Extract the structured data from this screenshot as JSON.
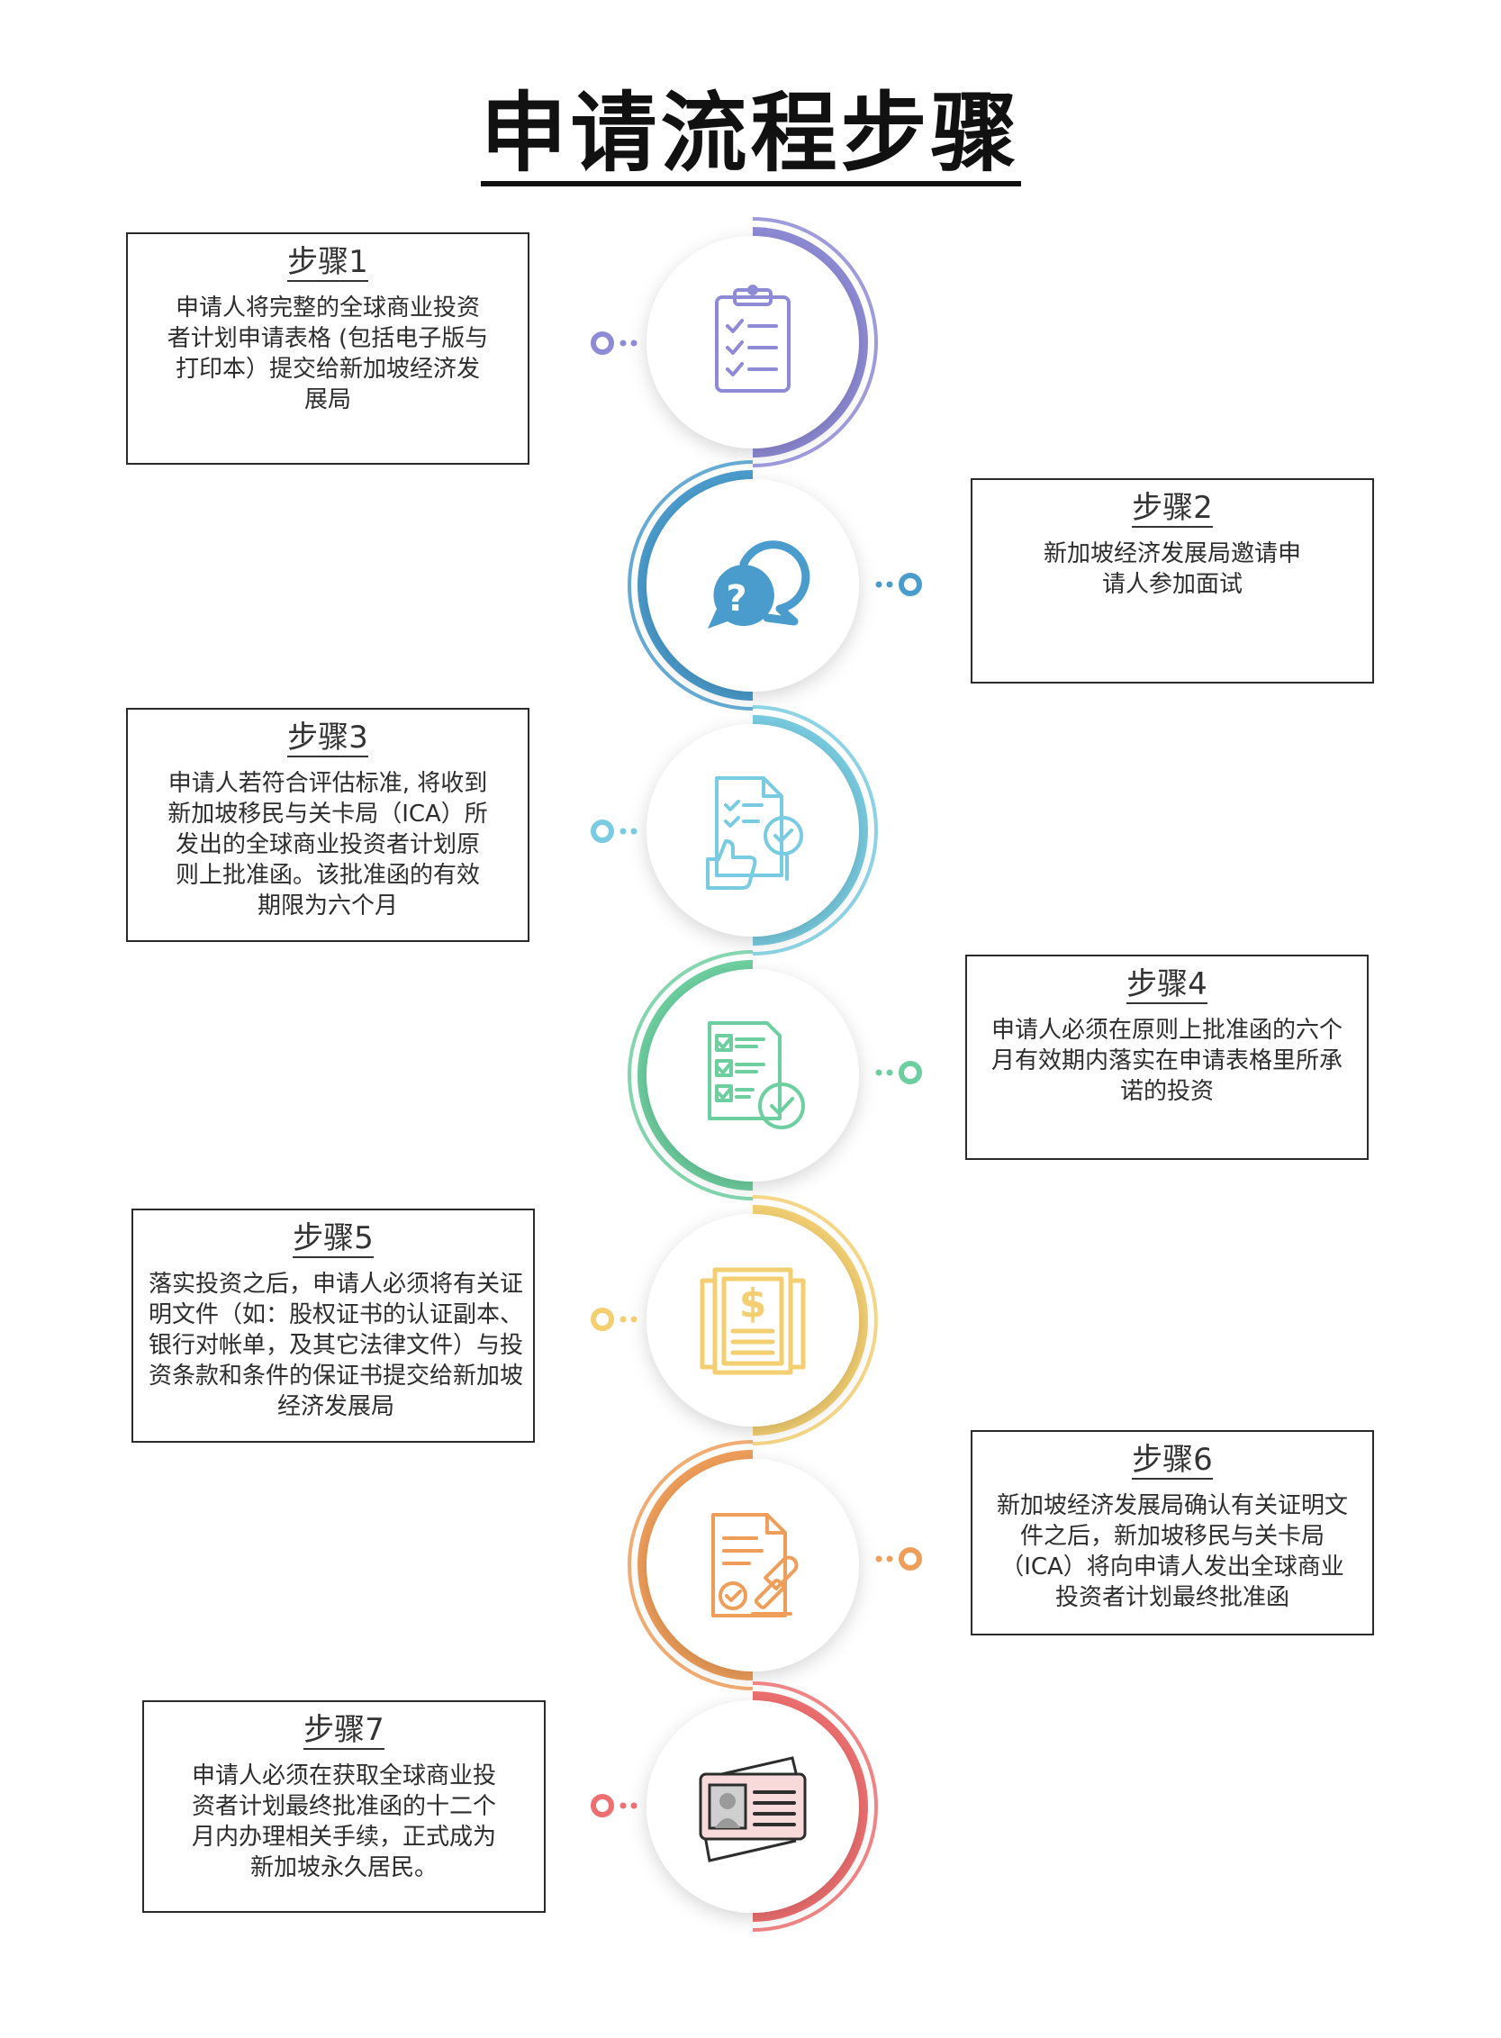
{
  "title": "申请流程步骤",
  "colors": {
    "step1": "#8e8bd6",
    "step2": "#4a9ccd",
    "step3": "#78cbe0",
    "step4": "#6dcf9f",
    "step5": "#f3cf72",
    "step6": "#ef9e59",
    "step7": "#ee6f6f"
  },
  "steps": [
    {
      "title": "步骤1",
      "text": "申请人将完整的全球商业投资者计划申请表格 (包括电子版与打印本）提交给新加坡经济发展局",
      "icon": "clipboard-checklist-icon"
    },
    {
      "title": "步骤2",
      "text": "新加坡经济发展局邀请申请人参加面试",
      "icon": "question-chat-bubble-icon"
    },
    {
      "title": "步骤3",
      "text": "申请人若符合评估标准, 将收到新加坡移民与关卡局（ICA）所发出的全球商业投资者计划原则上批准函。该批准函的有效期限为六个月",
      "icon": "document-approval-thumbs-up-icon"
    },
    {
      "title": "步骤4",
      "text": "申请人必须在原则上批准函的六个月有效期内落实在申请表格里所承诺的投资",
      "icon": "checklist-document-check-icon"
    },
    {
      "title": "步骤5",
      "text": "落实投资之后，申请人必须将有关证明文件（如：股权证书的认证副本、银行对帐单，及其它法律文件）与投资条款和条件的保证书提交给新加坡经济发展局",
      "icon": "dollar-documents-icon"
    },
    {
      "title": "步骤6",
      "text": "新加坡经济发展局确认有关证明文件之后，新加坡移民与关卡局（ICA）将向申请人发出全球商业投资者计划最终批准函",
      "icon": "document-stamp-approval-icon"
    },
    {
      "title": "步骤7",
      "text": "申请人必须在获取全球商业投资者计划最终批准函的十二个月内办理相关手续，正式成为新加坡永久居民。",
      "icon": "id-card-icon"
    }
  ]
}
